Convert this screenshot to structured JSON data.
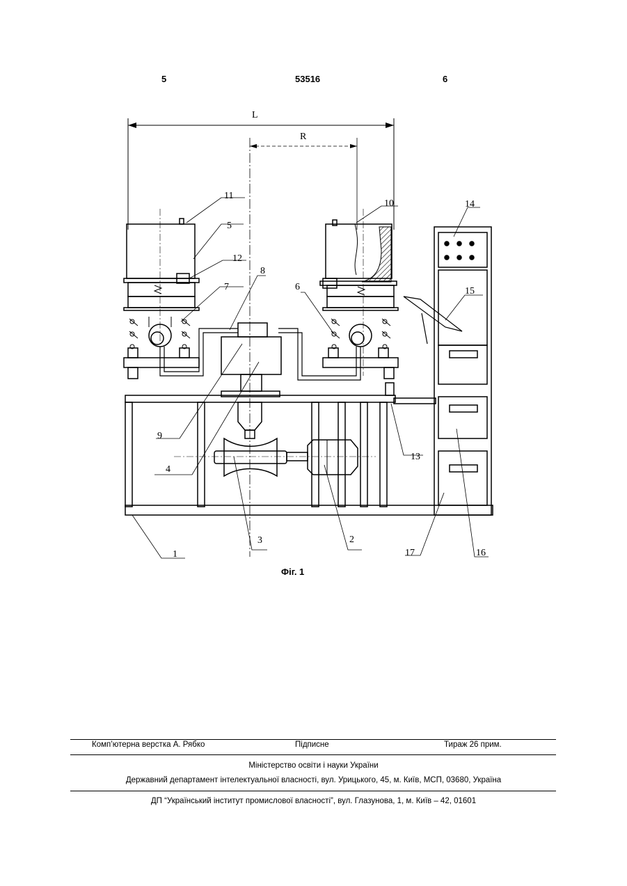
{
  "header": {
    "page_left": "5",
    "patent_number": "53516",
    "page_right": "6"
  },
  "figure": {
    "caption": "Фіг. 1",
    "dimension_labels": {
      "L": "L",
      "R": "R"
    },
    "part_labels": [
      "1",
      "2",
      "3",
      "4",
      "5",
      "6",
      "7",
      "8",
      "9",
      "10",
      "11",
      "12",
      "13",
      "14",
      "15",
      "16",
      "17"
    ]
  },
  "imprint": {
    "layout": "Комп’ютерна верстка А. Рябко",
    "signed": "Підписне",
    "circulation": "Тираж 26 прим.",
    "ministry": "Міністерство освіти і науки України",
    "department": "Державний департамент інтелектуальної власності, вул. Урицького, 45, м. Київ, МСП, 03680, Україна",
    "institute": "ДП “Український інститут промислової власності”, вул. Глазунова, 1, м. Київ – 42, 01601"
  }
}
